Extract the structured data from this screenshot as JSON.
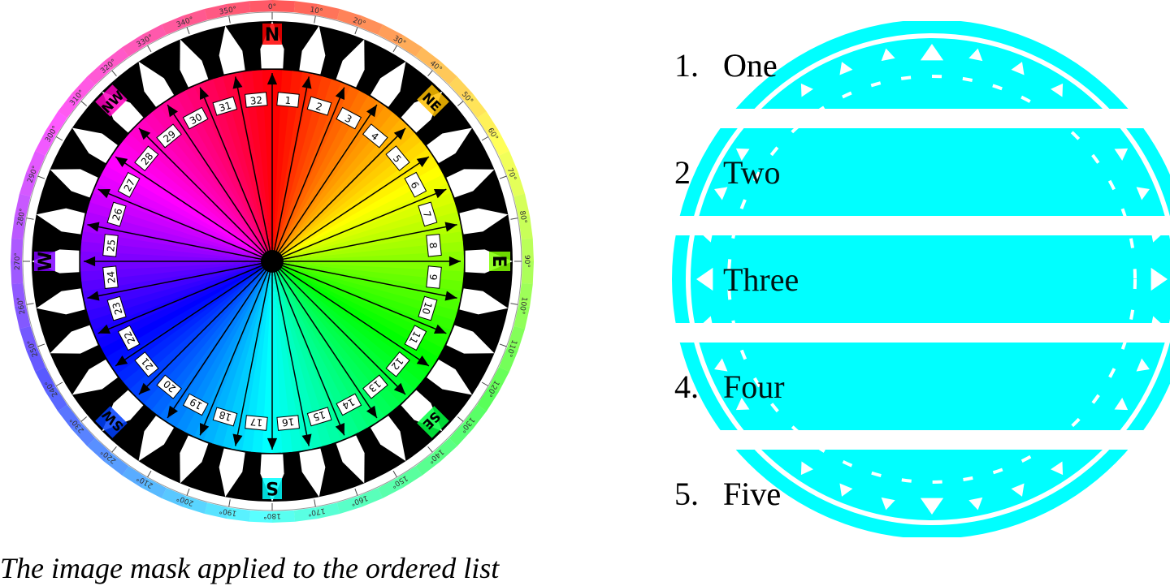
{
  "compass": {
    "cardinal_labels": [
      "N",
      "NE",
      "E",
      "SE",
      "S",
      "SW",
      "W",
      "NW"
    ],
    "degree_labels": [
      "0°",
      "10°",
      "20°",
      "30°",
      "40°",
      "50°",
      "60°",
      "70°",
      "80°",
      "90°",
      "100°",
      "110°",
      "120°",
      "130°",
      "140°",
      "150°",
      "160°",
      "170°",
      "180°",
      "190°",
      "200°",
      "210°",
      "220°",
      "230°",
      "240°",
      "250°",
      "260°",
      "270°",
      "280°",
      "290°",
      "300°",
      "310°",
      "320°",
      "330°",
      "340°",
      "350°"
    ],
    "point_numbers": [
      "1",
      "2",
      "3",
      "4",
      "5",
      "6",
      "7",
      "8",
      "9",
      "10",
      "11",
      "12",
      "13",
      "14",
      "15",
      "16",
      "17",
      "18",
      "19",
      "20",
      "21",
      "22",
      "23",
      "24",
      "25",
      "26",
      "27",
      "28",
      "29",
      "30",
      "31",
      "32"
    ]
  },
  "ordered_list": {
    "items": [
      {
        "number": "1.",
        "label": "One"
      },
      {
        "number": "2.",
        "label": "Two"
      },
      {
        "number": "3.",
        "label": "Three"
      },
      {
        "number": "4.",
        "label": "Four"
      },
      {
        "number": "5.",
        "label": "Five"
      }
    ]
  },
  "caption": "The image mask applied to the ordered list",
  "colors": {
    "mask": "#00ffff",
    "wheel_ring": "#000000"
  }
}
